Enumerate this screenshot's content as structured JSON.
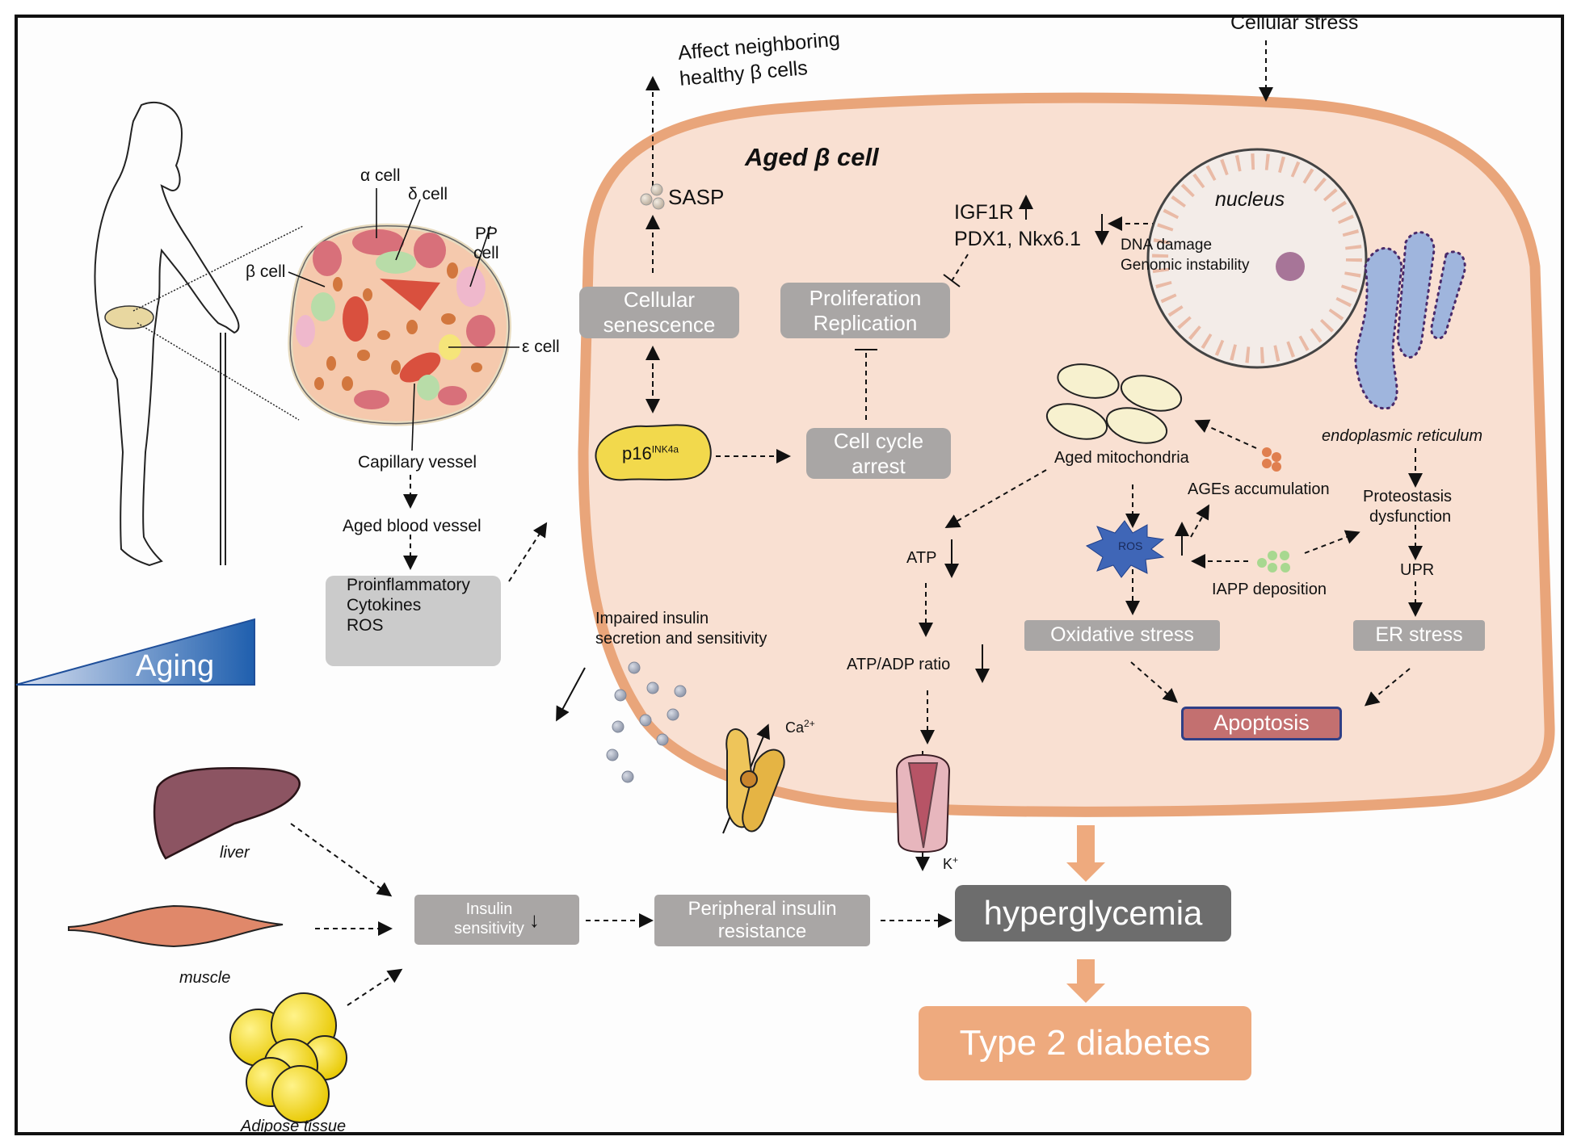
{
  "figure": {
    "cell_title": "Aged β cell",
    "cellular_stress": "Cellular stress",
    "affect_neighbor": [
      "Affect neighboring",
      "healthy β cells"
    ],
    "sasp": "SASP",
    "islet_labels": {
      "alpha": "α cell",
      "delta": "δ cell",
      "pp": [
        "PP",
        "cell"
      ],
      "beta": "β cell",
      "epsilon": "ε cell",
      "capillary": "Capillary vessel"
    },
    "aged_blood_vessel": "Aged blood vessel",
    "proinflammatory_box": [
      "Proinflammatory",
      "Cytokines",
      "ROS"
    ],
    "aging_label": "Aging",
    "boxes": {
      "cellular_senescence": [
        "Cellular",
        "senescence"
      ],
      "proliferation": [
        "Proliferation",
        "Replication"
      ],
      "cell_cycle_arrest": [
        "Cell cycle",
        "arrest"
      ],
      "oxidative_stress": "Oxidative stress",
      "er_stress": "ER stress",
      "apoptosis": "Apoptosis",
      "insulin_sensitivity": [
        "Insulin",
        "sensitivity"
      ],
      "peripheral_resistance": [
        "Peripheral insulin",
        "resistance"
      ],
      "hyperglycemia": "hyperglycemia",
      "type2_diabetes": "Type 2 diabetes"
    },
    "p16": {
      "base": "p16",
      "sup": "INK4a"
    },
    "igf1r": "IGF1R",
    "pdx1": "PDX1, Nkx6.1",
    "nucleus": "nucleus",
    "dna_damage": "DNA damage",
    "genomic_instability": "Genomic  instability",
    "er_label": "endoplasmic reticulum",
    "aged_mitochondria": "Aged mitochondria",
    "ages_accumulation": "AGEs accumulation",
    "ros": "ROS",
    "iapp_deposition": "IAPP deposition",
    "proteostasis": [
      "Proteostasis",
      "dysfunction"
    ],
    "upr": "UPR",
    "atp": "ATP",
    "atp_adp": "ATP/ADP ratio",
    "impaired_insulin": [
      "Impaired insulin",
      "secretion and sensitivity"
    ],
    "ca": {
      "base": "Ca",
      "sup": "2+"
    },
    "k": {
      "base": "K",
      "sup": "+"
    },
    "organs": {
      "liver": "liver",
      "muscle": "muscle",
      "adipose": "Adipose tissue"
    },
    "colors": {
      "membrane": "#e9a57a",
      "cytoplasm": "#f9e0d2",
      "grey_box": "#a9a6a5",
      "dark_box": "#6d6d6d",
      "orange_box": "#eeaa7e",
      "apoptosis_fill": "#c37070",
      "apoptosis_border": "#2f3f86",
      "aging_blue": "#1f5fae"
    }
  }
}
